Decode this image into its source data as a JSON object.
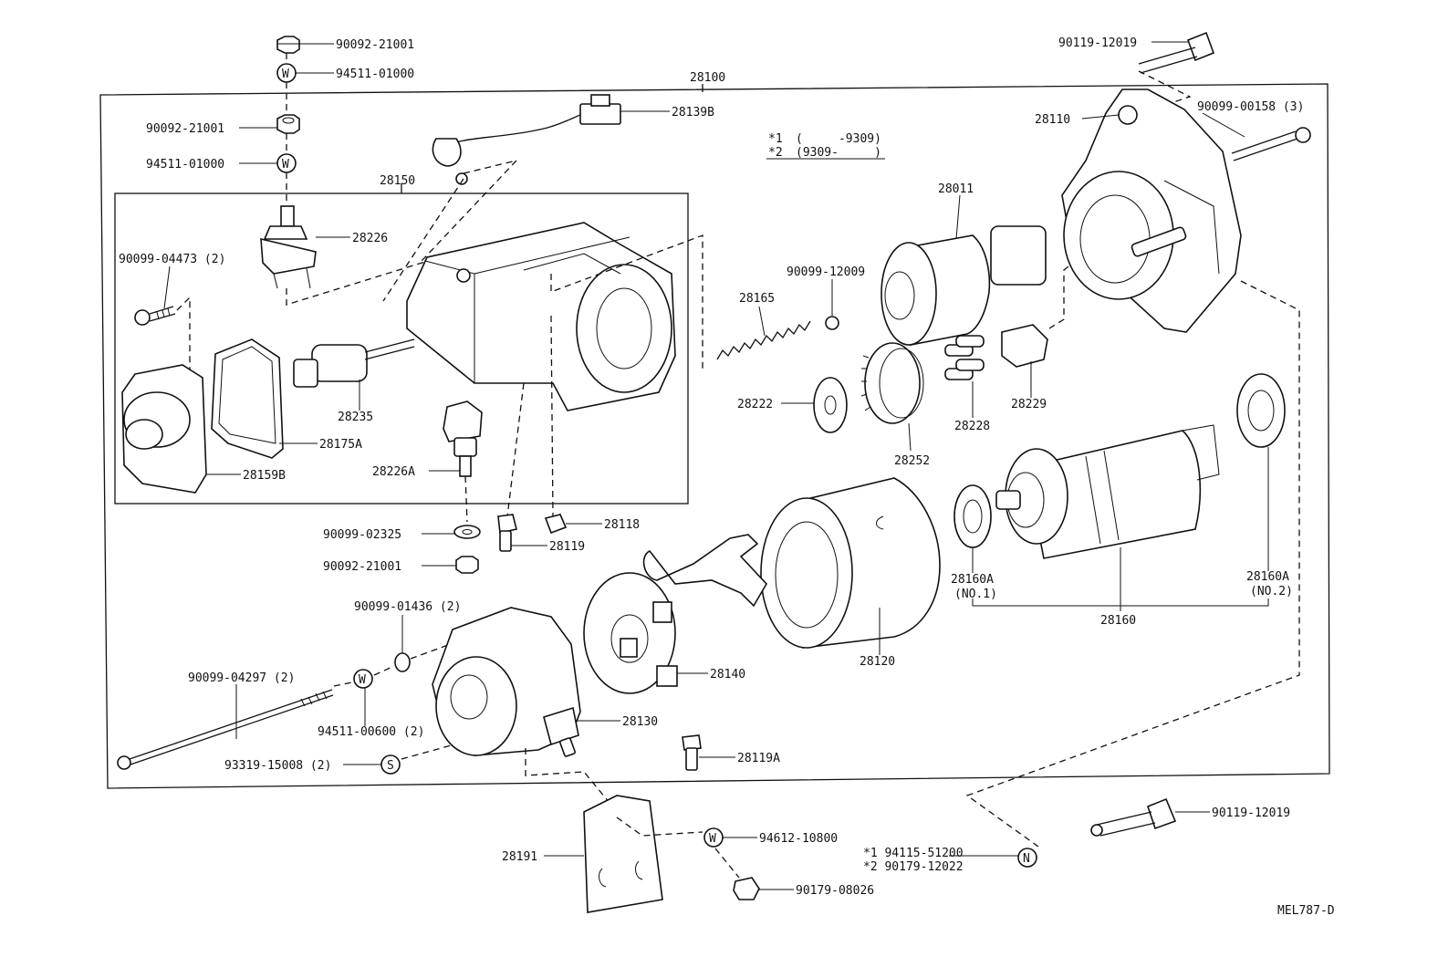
{
  "diagram": {
    "drawing_code": "MEL787-D",
    "applicability_note": {
      "line1_mark": "*1",
      "line1_range": "(     -9309)",
      "line2_mark": "*2",
      "line2_range": "(9309-     )"
    },
    "nut_callout": {
      "line1": "*1 94115-51200",
      "line2": "*2 90179-12022"
    },
    "symbols": {
      "washer": "W",
      "spring_washer": "S",
      "nut": "N"
    },
    "labels": {
      "p28100": "28100",
      "p28150": "28150",
      "p28110": "28110",
      "p28011": "28011",
      "p28165": "28165",
      "p28222": "28222",
      "p28252": "28252",
      "p28228": "28228",
      "p28229": "28229",
      "p28226": "28226",
      "p28226A": "28226A",
      "p28235": "28235",
      "p28175A": "28175A",
      "p28159B": "28159B",
      "p28139B": "28139B",
      "p28118": "28118",
      "p28119": "28119",
      "p28119A": "28119A",
      "p28120": "28120",
      "p28130": "28130",
      "p28140": "28140",
      "p28160": "28160",
      "p28160A_1": "28160A",
      "p28160A_1_sub": "(NO.1)",
      "p28160A_2": "28160A",
      "p28160A_2_sub": "(NO.2)",
      "p28191": "28191",
      "p90092_21001_a": "90092-21001",
      "p94511_01000_a": "94511-01000",
      "p90092_21001_b": "90092-21001",
      "p94511_01000_b": "94511-01000",
      "p90099_04473": "90099-04473 (2)",
      "p90099_02325": "90099-02325",
      "p90092_21001_c": "90092-21001",
      "p90099_01436": "90099-01436 (2)",
      "p90099_04297": "90099-04297 (2)",
      "p94511_00600": "94511-00600 (2)",
      "p93319_15008": "93319-15008 (2)",
      "p94612_10800": "94612-10800",
      "p90179_08026": "90179-08026",
      "p90119_12019_top": "90119-12019",
      "p90119_12019_bot": "90119-12019",
      "p90099_00158": "90099-00158 (3)",
      "p90099_12009": "90099-12009"
    }
  }
}
